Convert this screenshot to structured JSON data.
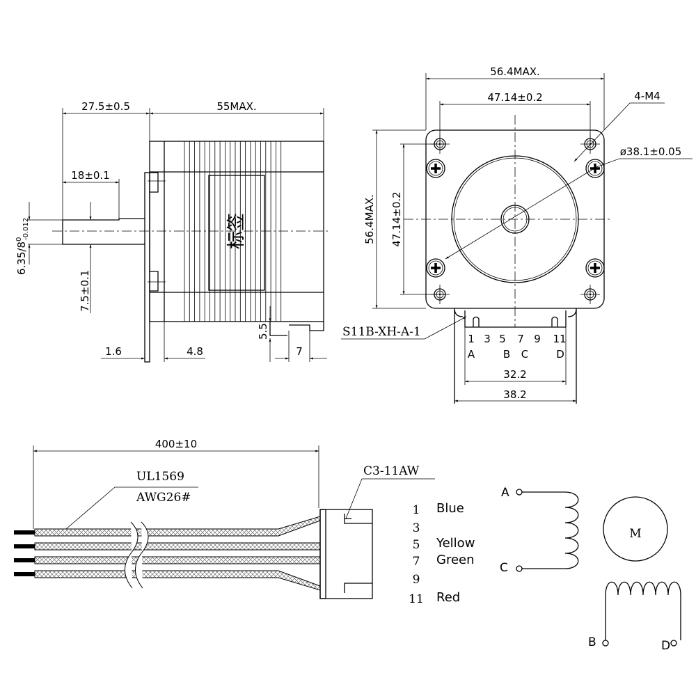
{
  "side_view": {
    "shaft_length": "27.5±0.5",
    "body_length": "55MAX.",
    "flat_length": "18±0.1",
    "shaft_diameter": "6.35/8",
    "shaft_tol_upper": "0",
    "shaft_tol_lower": "-0.012",
    "flat_depth": "7.5±0.1",
    "flange_thickness": "1.6",
    "boss_length": "4.8",
    "connector_height": "5.5",
    "connector_width": "7",
    "label_text": "标签"
  },
  "front_view": {
    "width_max": "56.4MAX.",
    "hole_spacing_h": "47.14±0.2",
    "height_max": "56.4MAX.",
    "hole_spacing_v": "47.14±0.2",
    "holes": "4-M4",
    "pilot_diameter": "ø38.1±0.05",
    "connector_part": "S11B-XH-A-1",
    "pin_numbers": [
      "1",
      "3",
      "5",
      "7",
      "9",
      "11"
    ],
    "pin_letters": [
      "A",
      "B",
      "C",
      "D"
    ],
    "inner_width": "32.2",
    "outer_width": "38.2"
  },
  "cable": {
    "length": "400±10",
    "wire_spec": "UL1569",
    "gauge": "AWG26#",
    "connector_housing": "C3-11AW"
  },
  "pinout": [
    {
      "pin": "1",
      "color": "Blue"
    },
    {
      "pin": "3",
      "color": ""
    },
    {
      "pin": "5",
      "color": "Yellow"
    },
    {
      "pin": "7",
      "color": "Green"
    },
    {
      "pin": "9",
      "color": ""
    },
    {
      "pin": "11",
      "color": "Red"
    }
  ],
  "schematic": {
    "motor_label": "M",
    "terminal_a": "A",
    "terminal_b": "B",
    "terminal_c": "C",
    "terminal_d": "D"
  }
}
